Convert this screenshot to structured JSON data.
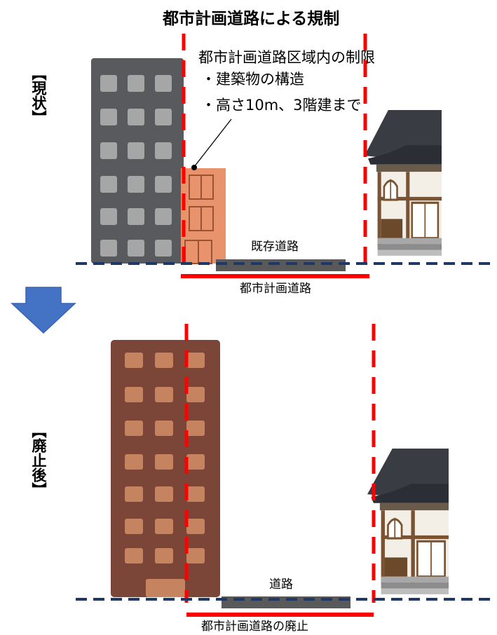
{
  "title": "都市計画道路による規制",
  "notes": {
    "heading": "都市計画道路区域内の制限",
    "items": [
      "・建築物の構造",
      "・高さ10m、3階建まで"
    ]
  },
  "top_panel": {
    "label": "【現状】",
    "road_label": "既存道路",
    "plan_label": "都市計画道路"
  },
  "bottom_panel": {
    "label": "【廃止後】",
    "road_label": "道路",
    "plan_label": "都市計画道路の廃止"
  },
  "colors": {
    "plan_line": "#ff0000",
    "ground_line": "#1f3864",
    "road": "#595959",
    "arrow": "#4472c4",
    "tall_building_top": "#595a5e",
    "tall_building_bottom": "#7b4637",
    "small_building": "#e9936d"
  }
}
